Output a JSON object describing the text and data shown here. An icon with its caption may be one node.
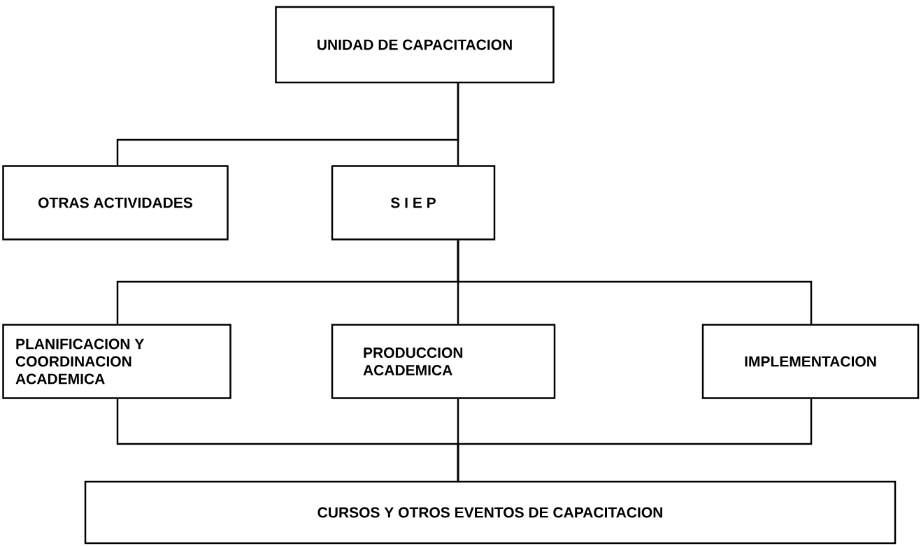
{
  "diagram": {
    "nodes": [
      {
        "text": [
          "UNIDAD DE CAPACITACION"
        ]
      },
      {
        "text": [
          "OTRAS ACTIVIDADES"
        ]
      },
      {
        "text": [
          "S I E P"
        ]
      },
      {
        "text": [
          "PLANIFICACION Y COORDINACION ACADEMICA"
        ]
      },
      {
        "text": [
          "PRODUCCION ACADEMICA"
        ]
      },
      {
        "text": [
          "IMPLEMENTACION"
        ]
      },
      {
        "text": [
          "CURSOS Y OTROS EVENTOS DE CAPACITACION"
        ]
      }
    ],
    "edges": [
      {
        "from": 0,
        "to": 1,
        "arrow": "none"
      },
      {
        "from": 0,
        "to": 2,
        "arrow": "none"
      },
      {
        "from": 2,
        "to": 3,
        "arrow": "none"
      },
      {
        "from": 2,
        "to": 4,
        "arrow": "none"
      },
      {
        "from": 2,
        "to": 5,
        "arrow": "none"
      },
      {
        "from": 3,
        "to": 6,
        "arrow": "none"
      },
      {
        "from": 4,
        "to": 6,
        "arrow": "none"
      },
      {
        "from": 5,
        "to": 6,
        "arrow": "none"
      }
    ]
  }
}
